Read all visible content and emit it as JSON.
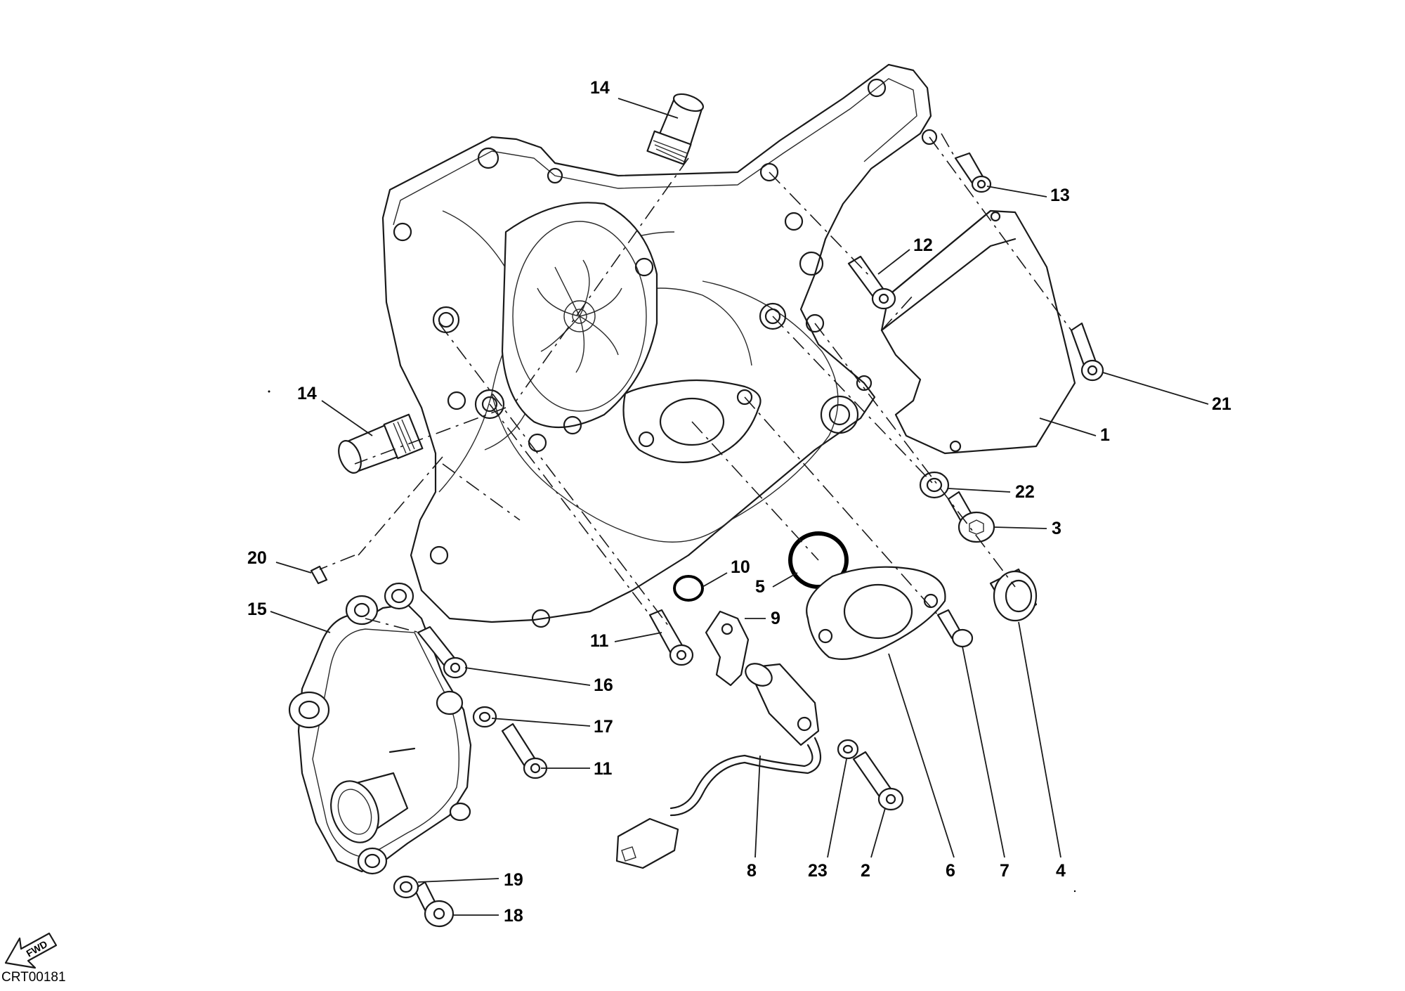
{
  "diagram": {
    "drawing_code": "CRT00181",
    "fwd_label": "FWD",
    "callouts": [
      {
        "id": "c14a",
        "label": "14"
      },
      {
        "id": "c13",
        "label": "13"
      },
      {
        "id": "c12",
        "label": "12"
      },
      {
        "id": "c21",
        "label": "21"
      },
      {
        "id": "c14b",
        "label": "14"
      },
      {
        "id": "c1",
        "label": "1"
      },
      {
        "id": "c22",
        "label": "22"
      },
      {
        "id": "c3",
        "label": "3"
      },
      {
        "id": "c20",
        "label": "20"
      },
      {
        "id": "c10",
        "label": "10"
      },
      {
        "id": "c5",
        "label": "5"
      },
      {
        "id": "c15",
        "label": "15"
      },
      {
        "id": "c9",
        "label": "9"
      },
      {
        "id": "c11a",
        "label": "11"
      },
      {
        "id": "c16",
        "label": "16"
      },
      {
        "id": "c17",
        "label": "17"
      },
      {
        "id": "c11b",
        "label": "11"
      },
      {
        "id": "c19",
        "label": "19"
      },
      {
        "id": "c18",
        "label": "18"
      },
      {
        "id": "c8",
        "label": "8"
      },
      {
        "id": "c23",
        "label": "23"
      },
      {
        "id": "c2",
        "label": "2"
      },
      {
        "id": "c6",
        "label": "6"
      },
      {
        "id": "c7",
        "label": "7"
      },
      {
        "id": "c4",
        "label": "4"
      }
    ]
  }
}
